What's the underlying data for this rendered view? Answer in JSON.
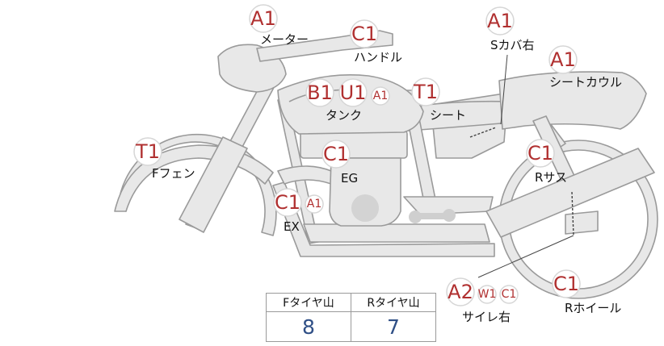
{
  "labels": {
    "meter": "メーター",
    "handle": "ハンドル",
    "seat_cover_right": "Sカバ右",
    "seat_cowl": "シートカウル",
    "tank": "タンク",
    "seat": "シート",
    "front_fender": "Fフェン",
    "engine": "EG",
    "rear_suspension": "Rサス",
    "exhaust": "EX",
    "silencer_right": "サイレ右",
    "rear_wheel": "Rホイール"
  },
  "badges": {
    "meter": [
      "A1"
    ],
    "handle": [
      "C1"
    ],
    "seat_cover_right": [
      "A1"
    ],
    "seat_cowl": [
      "A1"
    ],
    "tank": [
      "B1",
      "U1",
      "A1"
    ],
    "seat": [
      "T1"
    ],
    "front_fender": [
      "T1"
    ],
    "engine": [
      "C1"
    ],
    "rear_suspension": [
      "C1"
    ],
    "exhaust": [
      "C1",
      "A1"
    ],
    "silencer_right": [
      "A2",
      "W1",
      "C1"
    ],
    "rear_wheel": [
      "C1"
    ]
  },
  "tread_table": {
    "headers": [
      "Fタイヤ山",
      "Rタイヤ山"
    ],
    "values": [
      "8",
      "7"
    ]
  }
}
